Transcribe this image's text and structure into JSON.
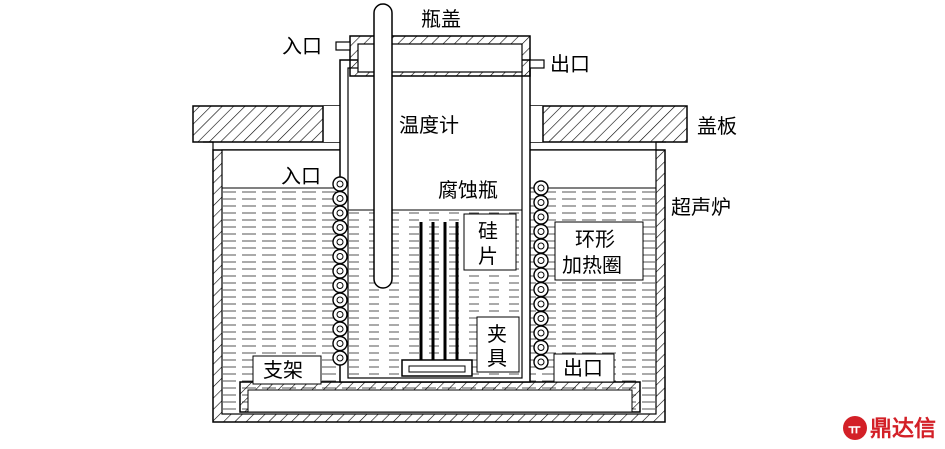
{
  "labels": {
    "cap": "瓶盖",
    "inlet_top": "入口",
    "outlet_top": "出口",
    "cover": "盖板",
    "thermometer": "温度计",
    "inlet_side": "入口",
    "corrosion_bottle": "腐蚀瓶",
    "ultrasonic": "超声炉",
    "silicon_line1": "硅",
    "silicon_line2": "片",
    "heater_line1": "环形",
    "heater_line2": "加热圈",
    "clamp_line1": "夹",
    "clamp_line2": "具",
    "support": "支架",
    "outlet_side": "出口"
  },
  "watermark": {
    "text": "鼎达信",
    "color": "#d32027"
  }
}
